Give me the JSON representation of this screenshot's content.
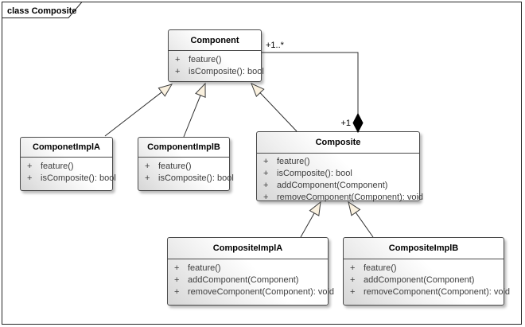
{
  "frame": {
    "label": "class Composite"
  },
  "diagram": {
    "type": "uml-class-diagram",
    "classes": {
      "component": {
        "name": "Component",
        "methods": [
          {
            "vis": "+",
            "sig": "feature()"
          },
          {
            "vis": "+",
            "sig": "isComposite(): bool"
          }
        ]
      },
      "componetImplA": {
        "name": "ComponetImplA",
        "methods": [
          {
            "vis": "+",
            "sig": "feature()"
          },
          {
            "vis": "+",
            "sig": "isComposite(): bool"
          }
        ]
      },
      "componentImplB": {
        "name": "ComponentImplB",
        "methods": [
          {
            "vis": "+",
            "sig": "feature()"
          },
          {
            "vis": "+",
            "sig": "isComposite(): bool"
          }
        ]
      },
      "composite": {
        "name": "Composite",
        "methods": [
          {
            "vis": "+",
            "sig": "feature()"
          },
          {
            "vis": "+",
            "sig": "isComposite(): bool"
          },
          {
            "vis": "+",
            "sig": "addComponent(Component)"
          },
          {
            "vis": "+",
            "sig": "removeComponent(Component): void"
          }
        ]
      },
      "compositeImplA": {
        "name": "CompositeImplA",
        "methods": [
          {
            "vis": "+",
            "sig": "feature()"
          },
          {
            "vis": "+",
            "sig": "addComponent(Component)"
          },
          {
            "vis": "+",
            "sig": "removeComponent(Component): void"
          }
        ]
      },
      "compositeImplB": {
        "name": "CompositeImplB",
        "methods": [
          {
            "vis": "+",
            "sig": "feature()"
          },
          {
            "vis": "+",
            "sig": "addComponent(Component)"
          },
          {
            "vis": "+",
            "sig": "removeComponent(Component): void"
          }
        ]
      }
    },
    "association": {
      "multiplicity_component_end": "+1..*",
      "multiplicity_composite_end": "+1"
    }
  },
  "colors": {
    "arrowhead_fill": "#FAF1DF",
    "diamond_fill": "#000000",
    "line": "#2e2e2e",
    "box_border": "#4a4a4a"
  }
}
